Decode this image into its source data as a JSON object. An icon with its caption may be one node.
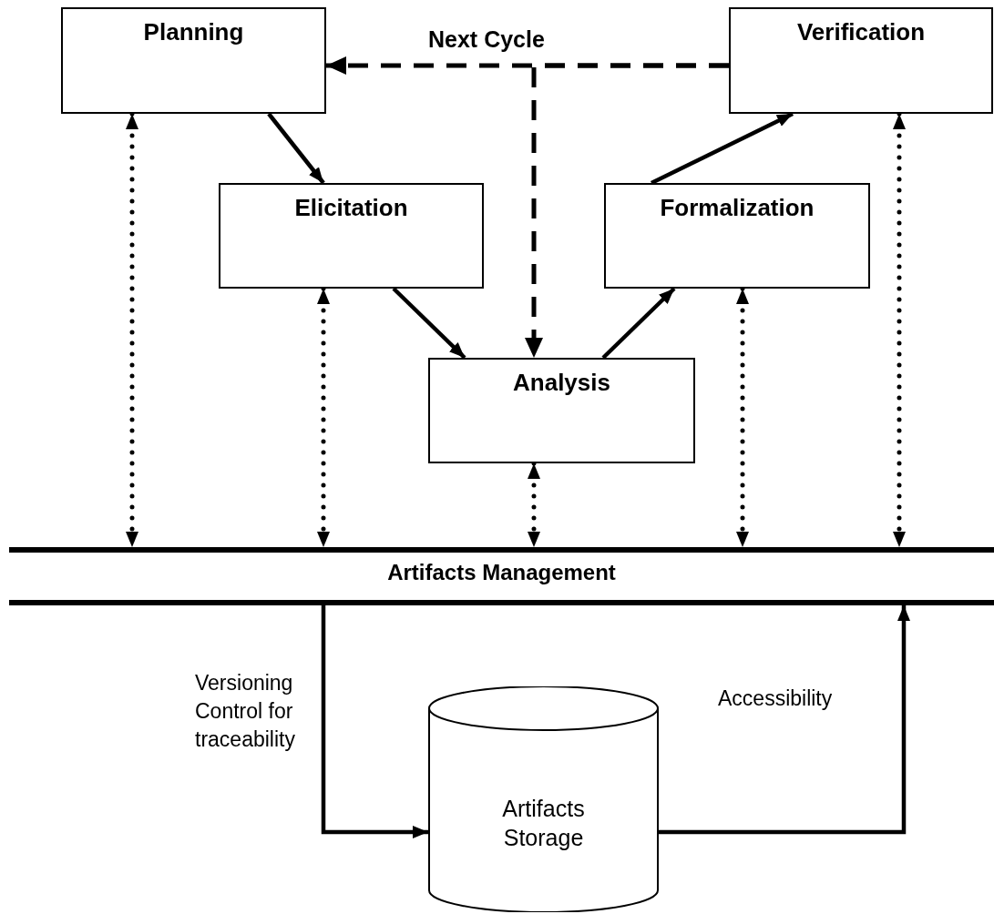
{
  "diagram": {
    "nodes": [
      {
        "text": [
          "Planning"
        ]
      },
      {
        "text": [
          "Verification"
        ]
      },
      {
        "text": [
          "Elicitation"
        ]
      },
      {
        "text": [
          "Formalization"
        ]
      },
      {
        "text": [
          "Analysis"
        ]
      },
      {
        "text": [
          "Artifacts Management"
        ]
      },
      {
        "text": [
          "Artifacts Storage"
        ]
      }
    ],
    "edges": [
      {
        "from": 0,
        "to": 2,
        "arrow": "to"
      },
      {
        "from": 2,
        "to": 4,
        "arrow": "to"
      },
      {
        "from": 4,
        "to": 3,
        "arrow": "to"
      },
      {
        "from": 3,
        "to": 1,
        "arrow": "to"
      },
      {
        "from": 1,
        "to": 0,
        "arrow": "to",
        "style": "dashed",
        "label": "Next Cycle"
      },
      {
        "from": 1,
        "to": 4,
        "arrow": "to",
        "style": "dashed"
      },
      {
        "from": 0,
        "to": 5,
        "arrow": "both",
        "style": "dashed"
      },
      {
        "from": 2,
        "to": 5,
        "arrow": "both",
        "style": "dashed"
      },
      {
        "from": 4,
        "to": 5,
        "arrow": "both",
        "style": "dashed"
      },
      {
        "from": 3,
        "to": 5,
        "arrow": "both",
        "style": "dashed"
      },
      {
        "from": 1,
        "to": 5,
        "arrow": "both",
        "style": "dashed"
      },
      {
        "from": 5,
        "to": 6,
        "arrow": "to",
        "label": "Versioning Control for traceability"
      },
      {
        "from": 6,
        "to": 5,
        "arrow": "to",
        "label": "Accessibility"
      }
    ]
  }
}
